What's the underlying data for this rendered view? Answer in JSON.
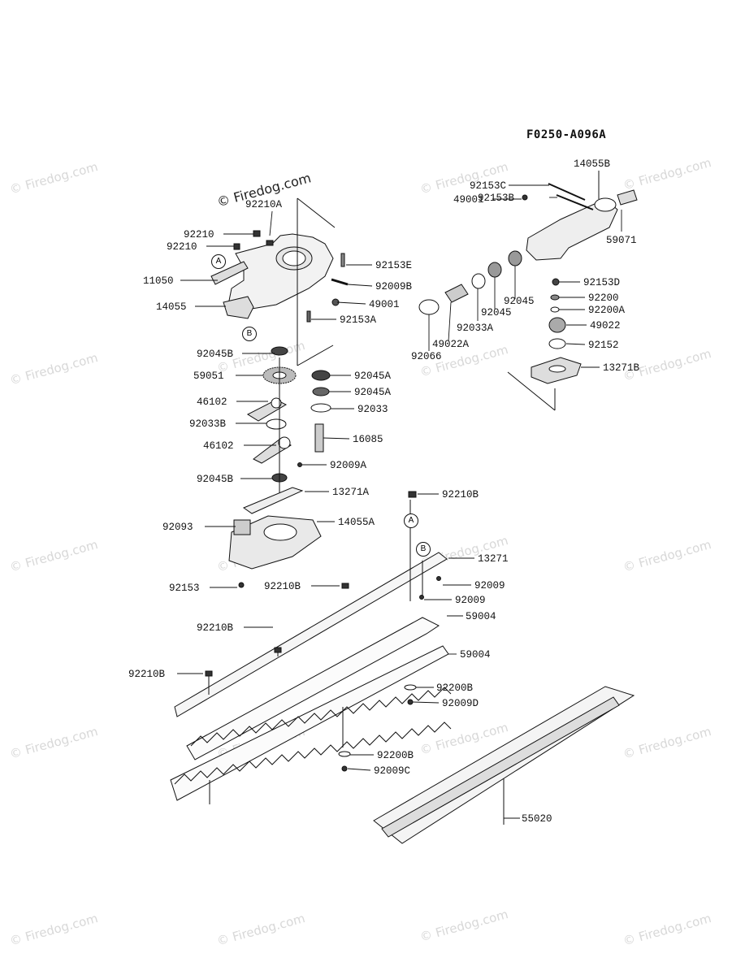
{
  "diagram_code": "F0250-A096A",
  "watermark": "© Firedog.com",
  "refs": {
    "a": "A",
    "b": "B"
  },
  "labels": {
    "l92210A": "92210A",
    "l92210": "92210",
    "l92210_2": "92210",
    "l11050": "11050",
    "l14055": "14055",
    "l92153E": "92153E",
    "l92009B": "92009B",
    "l49001": "49001",
    "l92153A": "92153A",
    "l92045B": "92045B",
    "l59051": "59051",
    "l92045A": "92045A",
    "l92045A_2": "92045A",
    "l46102": "46102",
    "l92033": "92033",
    "l92033B": "92033B",
    "l46102_2": "46102",
    "l16085": "16085",
    "l92009A": "92009A",
    "l92045B_2": "92045B",
    "l13271A": "13271A",
    "l92093": "92093",
    "l14055A": "14055A",
    "l92153": "92153",
    "l92210B": "92210B",
    "l92210B_2": "92210B",
    "l92210B_3": "92210B",
    "l92210B_4": "92210B",
    "l13271": "13271",
    "l92009": "92009",
    "l92009_2": "92009",
    "l59004": "59004",
    "l59004_2": "59004",
    "l92200B": "92200B",
    "l92009D": "92009D",
    "l92200B_2": "92200B",
    "l92009C": "92009C",
    "l55020": "55020",
    "l14055B": "14055B",
    "l92153C": "92153C",
    "l92153B": "92153B",
    "l49001_2": "49001",
    "l59071": "59071",
    "l92153D": "92153D",
    "l92045": "92045",
    "l92045_2": "92045",
    "l92200": "92200",
    "l92200A": "92200A",
    "l92033A": "92033A",
    "l49022": "49022",
    "l49022A": "49022A",
    "l92152": "92152",
    "l92066": "92066",
    "l13271B": "13271B"
  }
}
